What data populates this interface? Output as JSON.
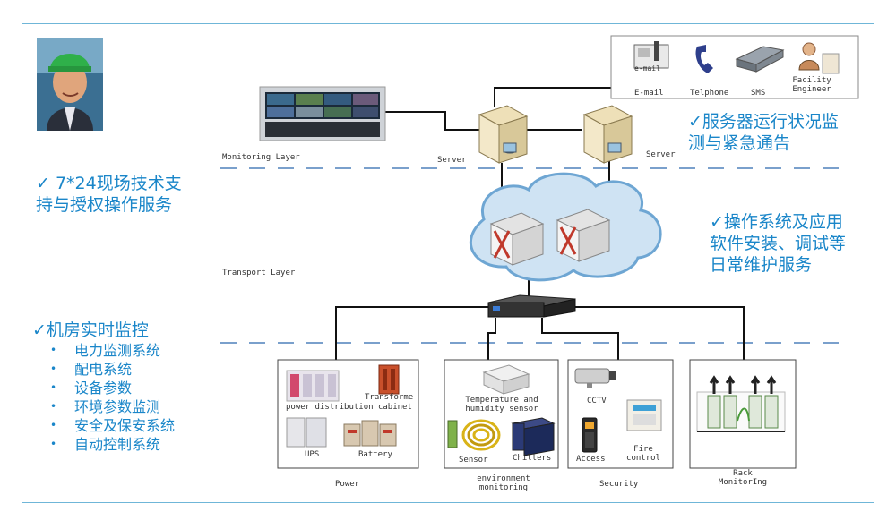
{
  "services": {
    "server_notify": {
      "check": "✓",
      "line1": "服务器运行状况监",
      "line2": "测与紧急通告"
    },
    "onsite_support": {
      "check": "✓",
      "line1": "7*24现场技术支",
      "line2": "持与授权操作服务"
    },
    "os_install": {
      "check": "✓",
      "line1": "操作系统及应用",
      "line2": "软件安装、调试等",
      "line3": "日常维护服务"
    },
    "room_monitor": {
      "check": "✓",
      "title": "机房实时监控",
      "items": [
        "电力监测系统",
        "配电系统",
        "设备参数",
        "环境参数监测",
        "安全及保安系统",
        "自动控制系统"
      ]
    }
  },
  "layers": {
    "monitoring": "Monitoring Layer",
    "transport": "Transport Layer"
  },
  "servers": {
    "left": "Server",
    "right": "Server"
  },
  "notify": {
    "email_icon": "e-mail",
    "email": "E-mail",
    "telphone": "Telphone",
    "sms": "SMS",
    "engineer_line1": "Facility",
    "engineer_line2": "Engineer"
  },
  "groups": {
    "power": {
      "label": "Power",
      "cabinet": "power distribution cabinet",
      "transformer": "Transforme",
      "ups": "UPS",
      "battery": "Battery"
    },
    "environment": {
      "label_line1": "environment",
      "label_line2": "monitoring",
      "th_line1": "Temperature and",
      "th_line2": "humidity sensor",
      "sensor": "Sensor",
      "chillers": "Chillers"
    },
    "security": {
      "label": "Security",
      "cctv": "CCTV",
      "access": "Access",
      "fire_line1": "Fire",
      "fire_line2": "control"
    },
    "rack": {
      "label_line1": "Rack",
      "label_line2": "MonitorIng"
    }
  }
}
